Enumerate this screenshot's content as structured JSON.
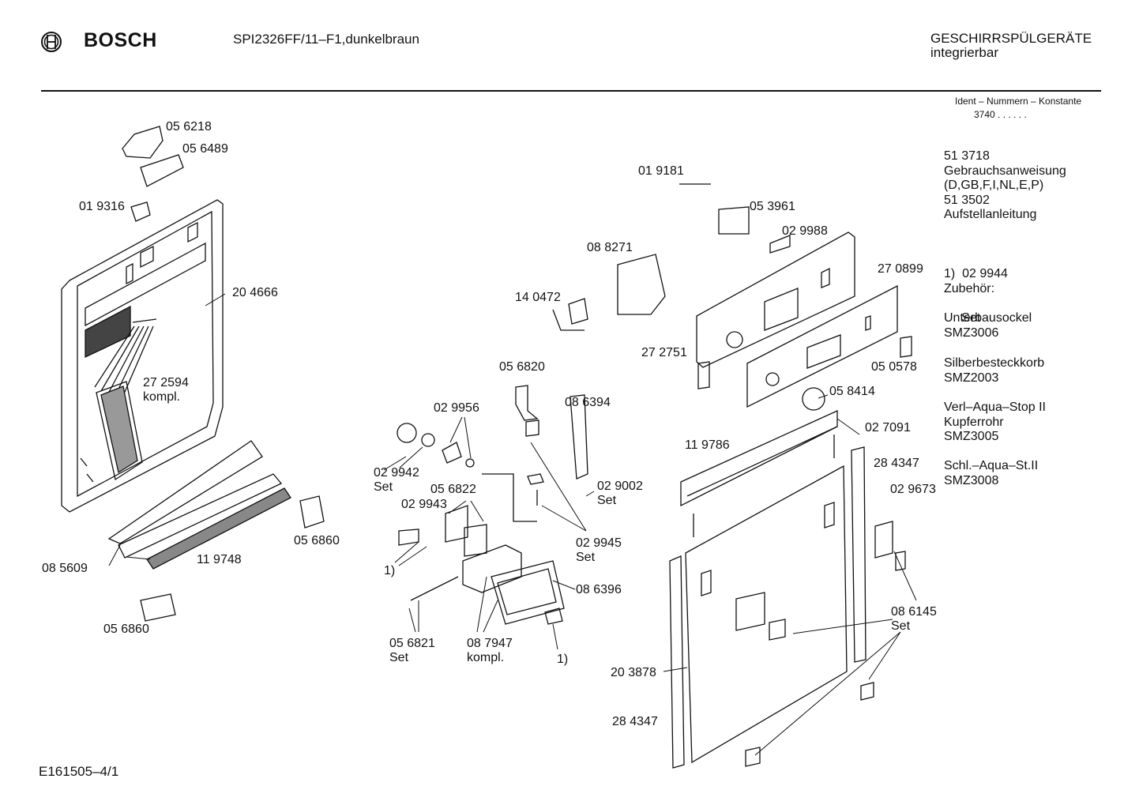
{
  "header": {
    "brand": "BOSCH",
    "model": "SPI2326FF/11–F1,dunkelbraun",
    "category_line1": "GESCHIRRSPÜLGERÄTE",
    "category_line2": "integrierbar",
    "ident_label": "Ident – Nummern – Konstante",
    "ident_value": "3740 . .  . . . ."
  },
  "footer": {
    "code": "E161505–4/1"
  },
  "side_notes": [
    {
      "l1": "51 3718",
      "l2": "Gebrauchsanweisung",
      "l3": "(D,GB,F,I,NL,E,P)"
    },
    {
      "l1": "51 3502",
      "l2": "Aufstellanleitung"
    },
    {
      "l1": "1)  02 9944",
      "l2": "     Set"
    },
    {
      "l1": "Zubehör:"
    },
    {
      "l1": "Unterbausockel",
      "l2": "SMZ3006"
    },
    {
      "l1": "Silberbesteckkorb",
      "l2": "SMZ2003"
    },
    {
      "l1": "Verl–Aqua–Stop II",
      "l2": "Kupferrohr",
      "l3": "SMZ3005"
    },
    {
      "l1": "Schl.–Aqua–St.II",
      "l2": "SMZ3008"
    }
  ],
  "parts": {
    "p056218": "05 6218",
    "p056489": "05 6489",
    "p019316": "01 9316",
    "p204666": "20 4666",
    "p272594": "27 2594",
    "kompl": "kompl.",
    "p085609": "08 5609",
    "p119748": "11 9748",
    "p056860a": "05 6860",
    "p056860b": "05 6860",
    "p029942": "02 9942",
    "set": "Set",
    "p029956": "02 9956",
    "p056822": "05 6822",
    "p029943": "02 9943",
    "note1": "1)",
    "p056821": "05 6821",
    "p087947": "08 7947",
    "p056820": "05 6820",
    "p086394": "08 6394",
    "p029002": "02 9002",
    "p029945": "02 9945",
    "p086396": "08 6396",
    "p019181": "01 9181",
    "p053961": "05 3961",
    "p029988": "02 9988",
    "p088271": "08 8271",
    "p140472": "14 0472",
    "p270899": "27 0899",
    "p272751": "27 2751",
    "p050578": "05 0578",
    "p058414": "05 8414",
    "p119786": "11 9786",
    "p027091": "02 7091",
    "p284347a": "28 4347",
    "p029673": "02 9673",
    "p086145": "08 6145",
    "p203878": "20 3878",
    "p284347b": "28 4347"
  }
}
